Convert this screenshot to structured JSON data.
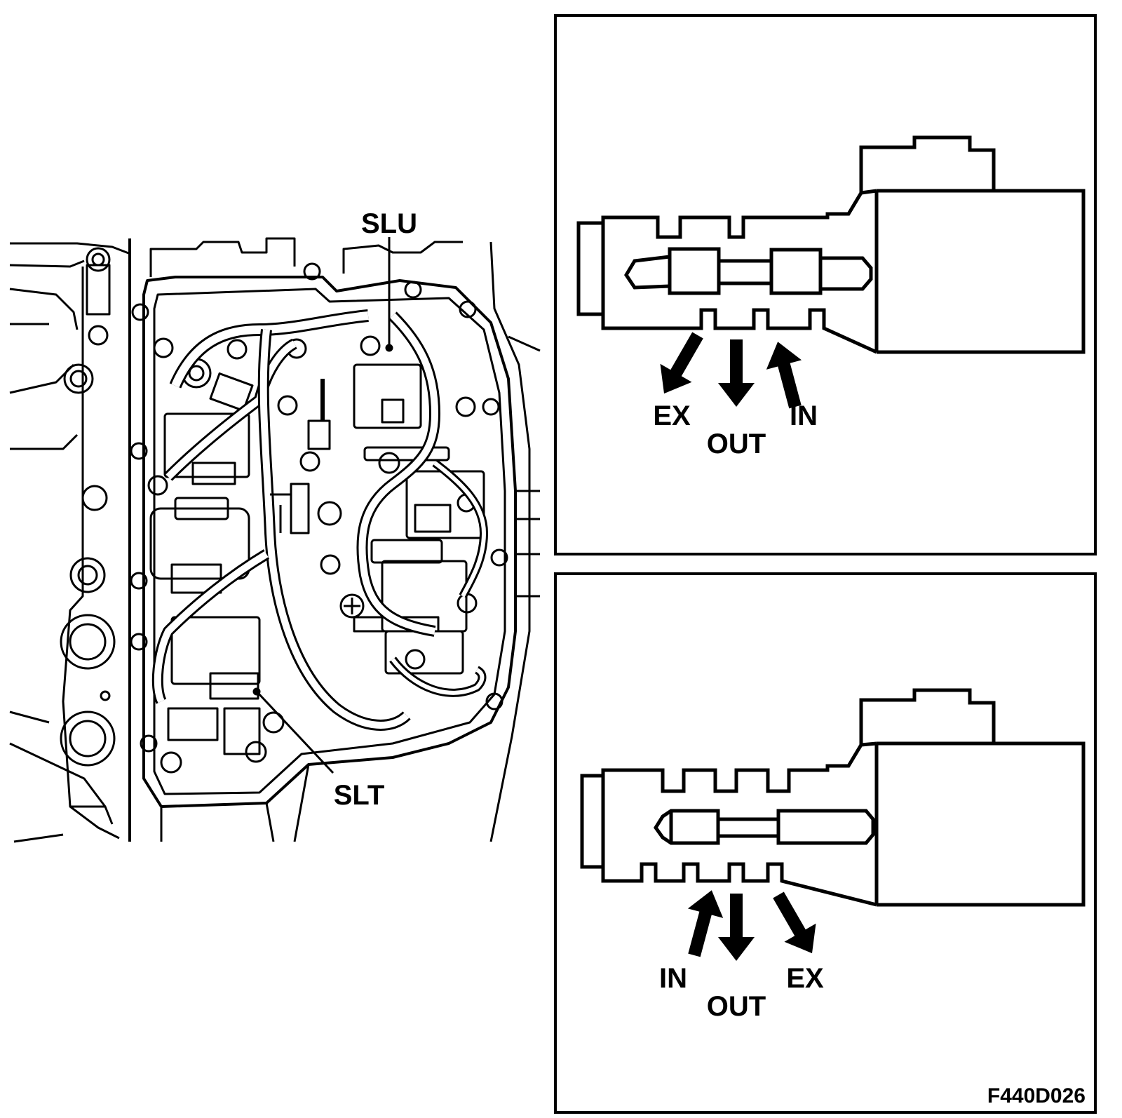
{
  "labels": {
    "slu": "SLU",
    "slt": "SLT"
  },
  "panels": [
    {
      "ex": "EX",
      "out": "OUT",
      "in": "IN"
    },
    {
      "in": "IN",
      "out": "OUT",
      "ex": "EX"
    }
  ],
  "figure_code": "F440D026"
}
